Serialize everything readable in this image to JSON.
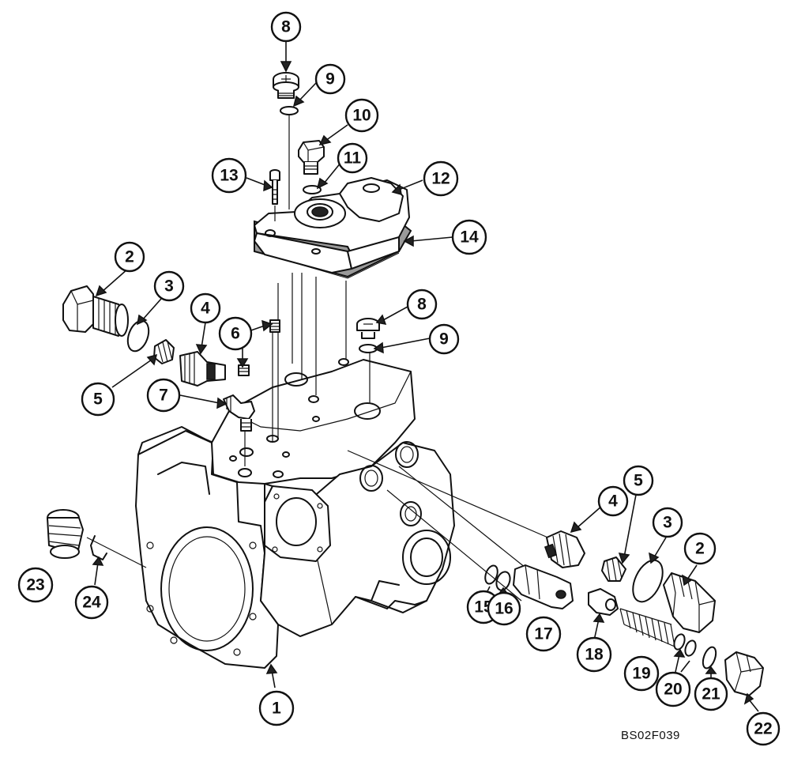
{
  "callouts": [
    {
      "id": "c1",
      "label": "1"
    },
    {
      "id": "c2a",
      "label": "2"
    },
    {
      "id": "c2b",
      "label": "2"
    },
    {
      "id": "c3a",
      "label": "3"
    },
    {
      "id": "c3b",
      "label": "3"
    },
    {
      "id": "c4a",
      "label": "4"
    },
    {
      "id": "c4b",
      "label": "4"
    },
    {
      "id": "c5a",
      "label": "5"
    },
    {
      "id": "c5b",
      "label": "5"
    },
    {
      "id": "c6",
      "label": "6"
    },
    {
      "id": "c7",
      "label": "7"
    },
    {
      "id": "c8a",
      "label": "8"
    },
    {
      "id": "c8b",
      "label": "8"
    },
    {
      "id": "c9a",
      "label": "9"
    },
    {
      "id": "c9b",
      "label": "9"
    },
    {
      "id": "c10",
      "label": "10"
    },
    {
      "id": "c11",
      "label": "11"
    },
    {
      "id": "c12",
      "label": "12"
    },
    {
      "id": "c13",
      "label": "13"
    },
    {
      "id": "c14",
      "label": "14"
    },
    {
      "id": "c15",
      "label": "15"
    },
    {
      "id": "c16",
      "label": "16"
    },
    {
      "id": "c17",
      "label": "17"
    },
    {
      "id": "c18",
      "label": "18"
    },
    {
      "id": "c19",
      "label": "19"
    },
    {
      "id": "c20",
      "label": "20"
    },
    {
      "id": "c21",
      "label": "21"
    },
    {
      "id": "c22",
      "label": "22"
    },
    {
      "id": "c23",
      "label": "23"
    },
    {
      "id": "c24",
      "label": "24"
    }
  ],
  "drawing_code": "BS02F039"
}
